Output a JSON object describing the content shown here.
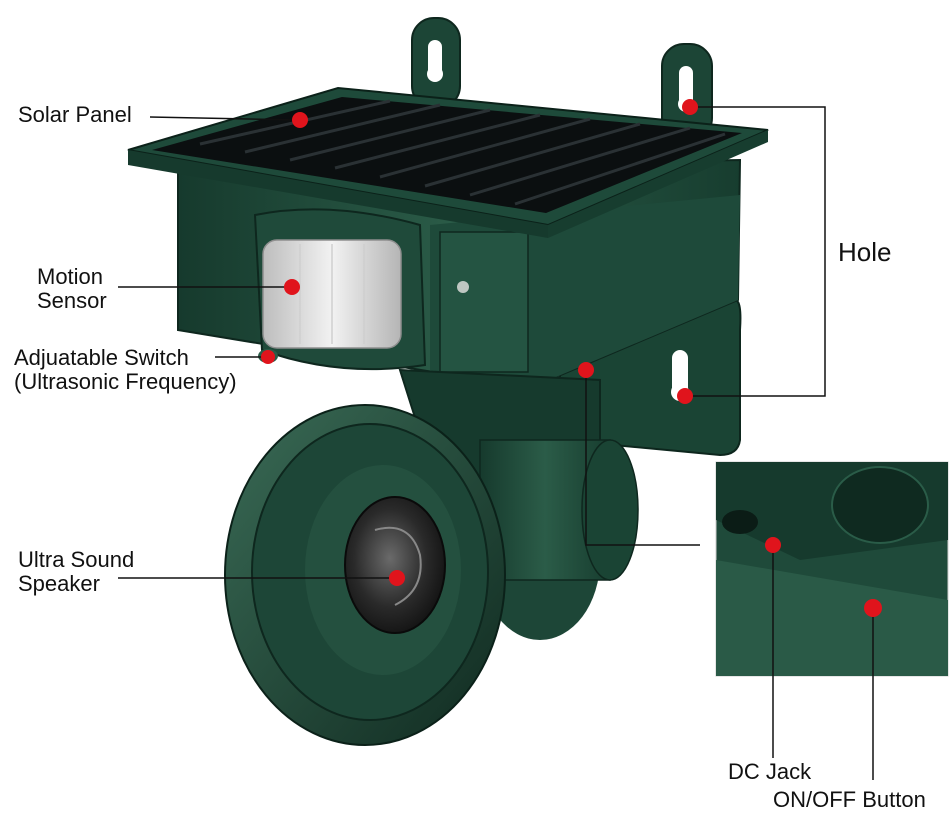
{
  "labels": {
    "solar_panel": "Solar Panel",
    "motion_sensor": [
      "Motion",
      "Sensor"
    ],
    "switch": [
      "Adjuatable Switch",
      "(Ultrasonic Frequency)"
    ],
    "speaker": [
      "Ultra Sound",
      "Speaker"
    ],
    "hole": "Hole",
    "dc_jack": "DC Jack",
    "on_off": "ON/OFF Button"
  },
  "colors": {
    "body": "#1f4a3a",
    "body_dark": "#123227",
    "marker": "#e0141c",
    "leader_line": "#111111",
    "background": "#ffffff"
  }
}
